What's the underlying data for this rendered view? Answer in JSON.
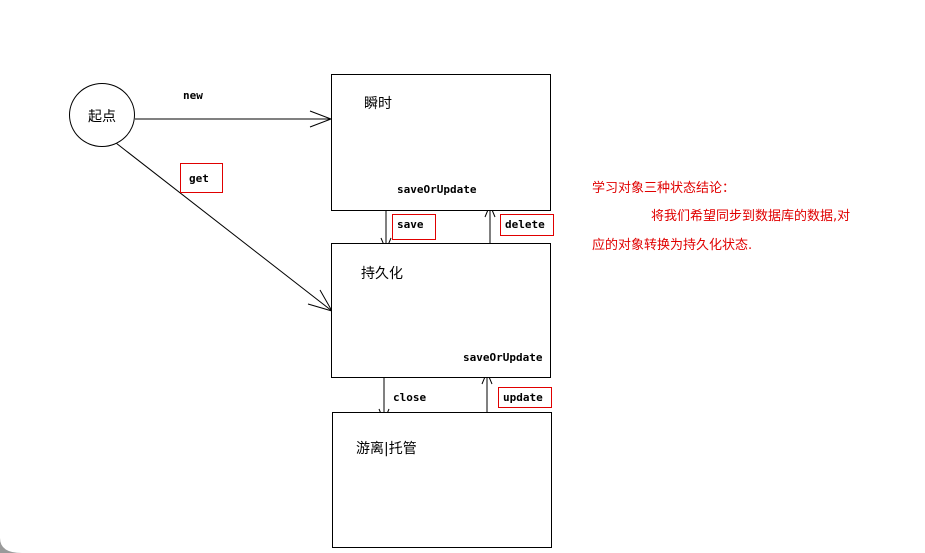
{
  "start": {
    "label": "起点"
  },
  "states": {
    "transient": {
      "title": "瞬时",
      "footer": "saveOrUpdate"
    },
    "persistent": {
      "title": "持久化",
      "footer": "saveOrUpdate"
    },
    "detached": {
      "title": "游离|托管"
    }
  },
  "edges": {
    "new": "new",
    "get": "get",
    "save": "save",
    "delete": "delete",
    "close": "close",
    "update": "update"
  },
  "note": {
    "line1": "学习对象三种状态结论：",
    "line2": "将我们希望同步到数据库的数据,对",
    "line3": "应的对象转换为持久化状态."
  },
  "colors": {
    "annotation": "#e00000",
    "stroke": "#000000"
  }
}
